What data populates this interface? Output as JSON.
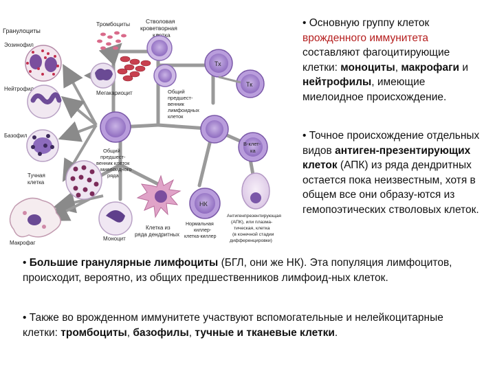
{
  "diagram": {
    "labels": {
      "granulocytes": "Гранулоциты",
      "eosinophil": "Эозинофил",
      "neutrophil": "Нейтрофил",
      "basophil": "Базофил",
      "mast_cell_1": "Тучная",
      "mast_cell_2": "клетка",
      "macrophage": "Макрофаг",
      "monocyte": "Моноцит",
      "dendritic_1": "Клетка из",
      "dendritic_2": "ряда дендритных",
      "platelets": "Тромбоциты",
      "stem_1": "Стволовая",
      "stem_2": "кроветворная",
      "stem_3": "клетка",
      "megakaryocyte": "Мегакариоцит",
      "lymph_prec_1": "Общий",
      "lymph_prec_2": "предшест-",
      "lymph_prec_3": "венник",
      "lymph_prec_4": "лимфоидных",
      "lymph_prec_5": "клеток",
      "myeloid_prec_1": "Общий",
      "myeloid_prec_2": "предшест-",
      "myeloid_prec_3": "венник клеток",
      "myeloid_prec_4": "миелоидного",
      "myeloid_prec_5": "ряда",
      "th_cell": "Тх",
      "tk_cell": "Тк",
      "b_cell_1": "В-клет-",
      "b_cell_2": "ка",
      "nk_cell": "НК",
      "nk_label_1": "Нормальная",
      "nk_label_2": "киллер-",
      "nk_label_3": "клетка-киллер",
      "apc_1": "Антигенпрезентирующая",
      "apc_2": "(АПК), или плазма-",
      "apc_3": "тическая, клетка",
      "apc_4": "(в конечной стадии",
      "apc_5": "дифференцировки)"
    }
  },
  "text": {
    "p1": [
      "• Основную группу клеток ",
      "врожденного иммунитета",
      " составляют фагоцитирующие клетки: ",
      "моноциты",
      ", ",
      "макрофаги",
      " и ",
      "нейтрофилы",
      ", имеющие миелоидное происхождение."
    ],
    "p2": [
      "• Точное происхождение отдельных видов ",
      "антиген-презентирующих клеток",
      " (АПК) из ряда дендритных остается пока неизвестным, хотя в общем все они образу-ются из гемопоэтических стволовых клеток."
    ],
    "p3": [
      "• ",
      "Большие гранулярные лимфоциты",
      " (БГЛ, они же НК). Эта популяция лимфоцитов, происходит, вероятно, из общих предшественников лимфоид-ных клеток."
    ],
    "p4": [
      "• Также во врожденном иммунитете участвуют вспомогательные и нелейкоцитарные клетки: ",
      "тромбоциты",
      ", ",
      "базофилы",
      ", ",
      "тучные и тканевые клетки",
      "."
    ]
  },
  "colors": {
    "cell_fill": "#9a77c8",
    "cell_inner": "#c6aee2",
    "arrow": "#7a7a7a",
    "platelet": "#d96a8a",
    "highlight": "#b51e1e"
  }
}
